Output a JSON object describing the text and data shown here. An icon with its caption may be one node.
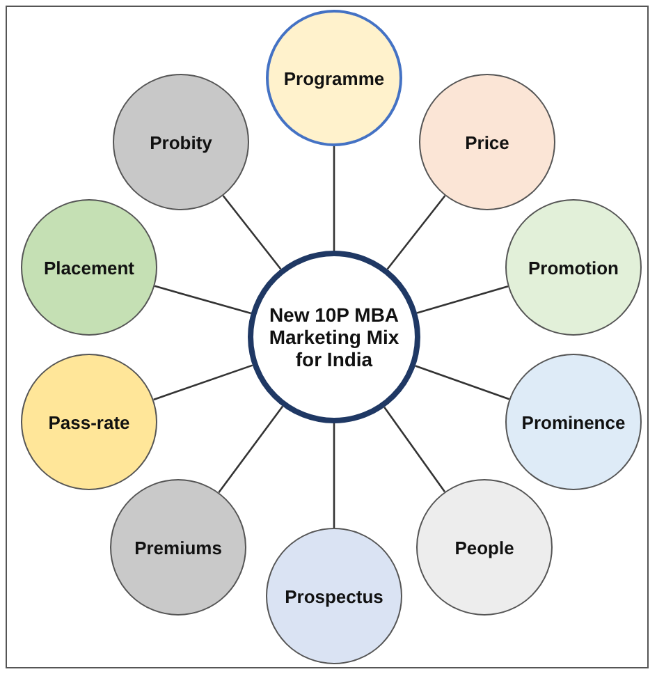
{
  "diagram": {
    "nodes": [
      {
        "text": [
          "New 10P MBA Marketing Mix for India"
        ]
      },
      {
        "text": [
          "Programme"
        ]
      },
      {
        "text": [
          "Price"
        ]
      },
      {
        "text": [
          "Promotion"
        ]
      },
      {
        "text": [
          "Prominence"
        ]
      },
      {
        "text": [
          "People"
        ]
      },
      {
        "text": [
          "Prospectus"
        ]
      },
      {
        "text": [
          "Premiums"
        ]
      },
      {
        "text": [
          "Pass-rate"
        ]
      },
      {
        "text": [
          "Placement"
        ]
      },
      {
        "text": [
          "Probity"
        ]
      }
    ],
    "edges": [
      {
        "from": 0,
        "to": 1,
        "arrow": "none"
      },
      {
        "from": 0,
        "to": 2,
        "arrow": "none"
      },
      {
        "from": 0,
        "to": 3,
        "arrow": "none"
      },
      {
        "from": 0,
        "to": 4,
        "arrow": "none"
      },
      {
        "from": 0,
        "to": 5,
        "arrow": "none"
      },
      {
        "from": 0,
        "to": 6,
        "arrow": "none"
      },
      {
        "from": 0,
        "to": 7,
        "arrow": "none"
      },
      {
        "from": 0,
        "to": 8,
        "arrow": "none"
      },
      {
        "from": 0,
        "to": 9,
        "arrow": "none"
      },
      {
        "from": 0,
        "to": 10,
        "arrow": "none"
      }
    ]
  }
}
